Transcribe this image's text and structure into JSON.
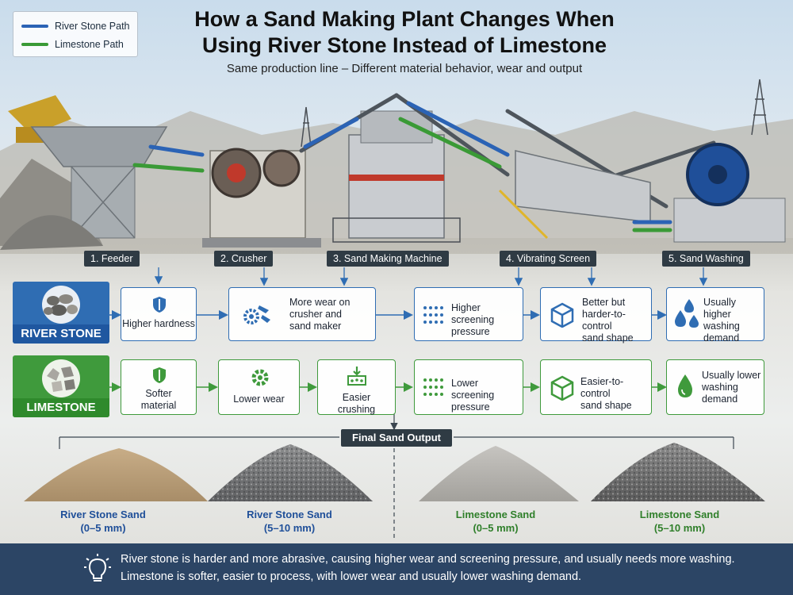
{
  "header": {
    "title_line1": "How a Sand Making Plant Changes When",
    "title_line2": "Using River Stone Instead of Limestone",
    "subtitle": "Same production line – Different material behavior, wear and output"
  },
  "legend": [
    {
      "label": "River Stone Path",
      "color": "#2b63b5"
    },
    {
      "label": "Limestone Path",
      "color": "#3a9a36"
    }
  ],
  "stages": [
    "1. Feeder",
    "2. Crusher",
    "3. Sand Making Machine",
    "4. Vibrating Screen",
    "5. Sand Washing"
  ],
  "rows": {
    "river": {
      "label": "RIVER STONE",
      "color": "#2f6db3",
      "boxes": [
        {
          "lines": [
            "Higher hardness"
          ],
          "icon": "shield-icon"
        },
        {
          "lines": [
            "More wear on",
            "crusher and",
            "sand maker"
          ],
          "icon": "gears-wear-icon"
        },
        {
          "lines": [
            "Higher screening",
            "pressure"
          ],
          "icon": "dot-grid-icon"
        },
        {
          "lines": [
            "Better but",
            "harder-to-control",
            "sand shape"
          ],
          "icon": "cube-icon"
        },
        {
          "lines": [
            "Usually higher",
            "washing",
            "demand"
          ],
          "icon": "water-drops-icon"
        }
      ]
    },
    "lime": {
      "label": "LIMESTONE",
      "color": "#3f9a3c",
      "boxes": [
        {
          "lines": [
            "Softer",
            "material"
          ],
          "icon": "shield-icon"
        },
        {
          "lines": [
            "Lower wear"
          ],
          "icon": "gear-icon"
        },
        {
          "lines": [
            "Easier",
            "crushing"
          ],
          "icon": "crush-icon"
        },
        {
          "lines": [
            "Lower screening",
            "pressure"
          ],
          "icon": "dot-grid-icon"
        },
        {
          "lines": [
            "Easier-to-control",
            "sand shape"
          ],
          "icon": "cube-icon"
        },
        {
          "lines": [
            "Usually lower",
            "washing",
            "demand"
          ],
          "icon": "water-drop-icon"
        }
      ]
    }
  },
  "final": {
    "label": "Final Sand Output",
    "piles": [
      {
        "name": "River Stone Sand",
        "size": "(0–5 mm)",
        "color": "#1f4f99"
      },
      {
        "name": "River Stone Sand",
        "size": "(5–10 mm)",
        "color": "#1f4f99"
      },
      {
        "name": "Limestone Sand",
        "size": "(0–5 mm)",
        "color": "#2f7f2a"
      },
      {
        "name": "Limestone Sand",
        "size": "(5–10 mm)",
        "color": "#2f7f2a"
      }
    ]
  },
  "footer": {
    "icon": "lightbulb-icon",
    "line1": "River stone is harder and more abrasive, causing higher wear and screening pressure, and usually needs more washing.",
    "line2": "Limestone is softer, easier to process, with lower wear and usually lower washing demand."
  }
}
